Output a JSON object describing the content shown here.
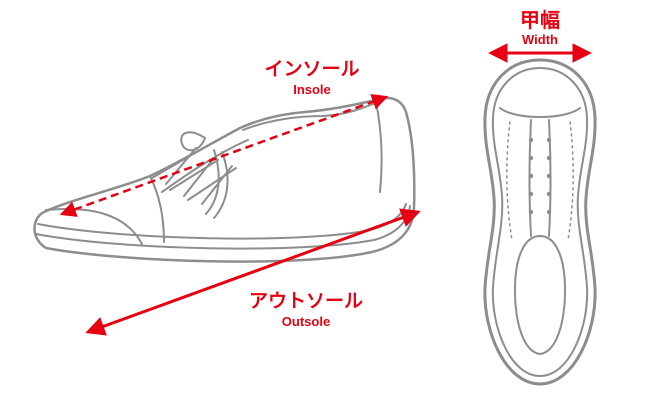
{
  "diagram": {
    "type": "shoe-measurement-guide",
    "colors": {
      "accent_red": "#e60012",
      "line_gray": "#8d8d8d"
    },
    "labels": {
      "insole": {
        "ja": "インソール",
        "en": "Insole"
      },
      "outsole": {
        "ja": "アウトソール",
        "en": "Outsole"
      },
      "width": {
        "ja": "甲幅",
        "en": "Width"
      }
    },
    "views": {
      "left": "shoe side view with insole (dashed) and outsole (solid) length arrows",
      "right": "shoe top view with width arrow"
    }
  }
}
